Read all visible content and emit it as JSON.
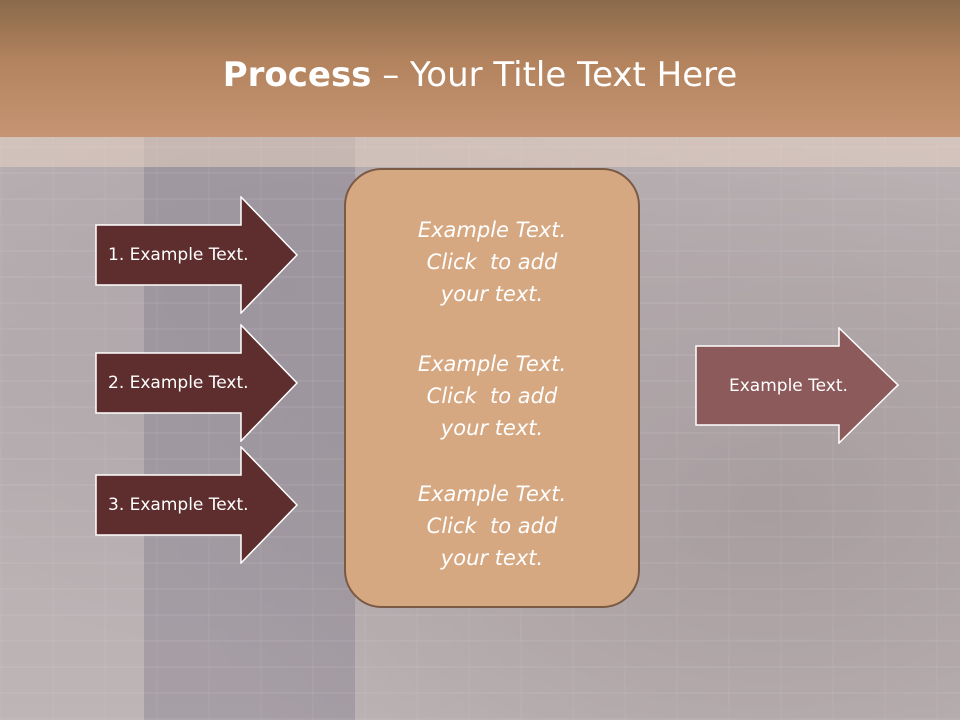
{
  "slide": {
    "title_bold": "Process",
    "title_rest": " – Your Title Text Here"
  },
  "left_steps": [
    {
      "label": "1. Example Text."
    },
    {
      "label": "2. Example Text."
    },
    {
      "label": "3. Example Text."
    }
  ],
  "center_blocks": [
    {
      "line1": "Example Text.",
      "line2": "Click  to add",
      "line3": "your text."
    },
    {
      "line1": "Example Text.",
      "line2": "Click  to add",
      "line3": "your text."
    },
    {
      "line1": "Example Text.",
      "line2": "Click  to add",
      "line3": "your text."
    }
  ],
  "right_step": {
    "label": "Example Text."
  },
  "colors": {
    "header": "#b3835e",
    "left_arrow_fill": "#5e2e2e",
    "right_arrow_fill": "#8c5a5a",
    "center_box_fill": "#d6a882"
  }
}
